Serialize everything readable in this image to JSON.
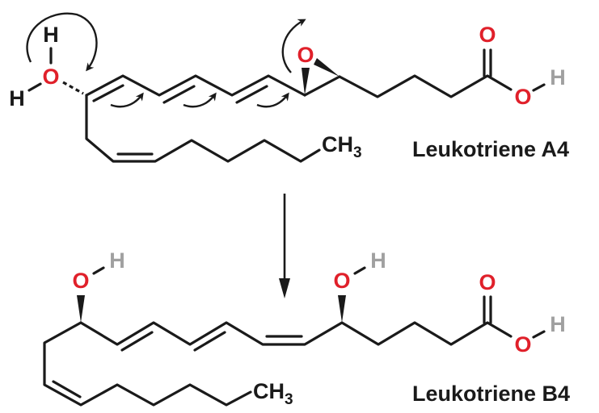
{
  "molecules": [
    {
      "name": "Leukotriene A4",
      "atoms": {
        "water_h_top": "H",
        "water_o": "O",
        "water_h_left": "H",
        "epoxide_o": "O",
        "carbonyl_o": "O",
        "hydroxyl_o": "O",
        "hydroxyl_h": "H",
        "methyl": "CH",
        "methyl_sub": "3"
      }
    },
    {
      "name": "Leukotriene B4",
      "atoms": {
        "oh1_o": "O",
        "oh1_h": "H",
        "oh2_o": "O",
        "oh2_h": "H",
        "carbonyl_o": "O",
        "hydroxyl_o": "O",
        "hydroxyl_h": "H",
        "methyl": "CH",
        "methyl_sub": "3"
      }
    }
  ],
  "colors": {
    "oxygen": "#e0202a",
    "hydrogen_gray": "#a0a0a0",
    "bond": "#1a1a1a"
  }
}
